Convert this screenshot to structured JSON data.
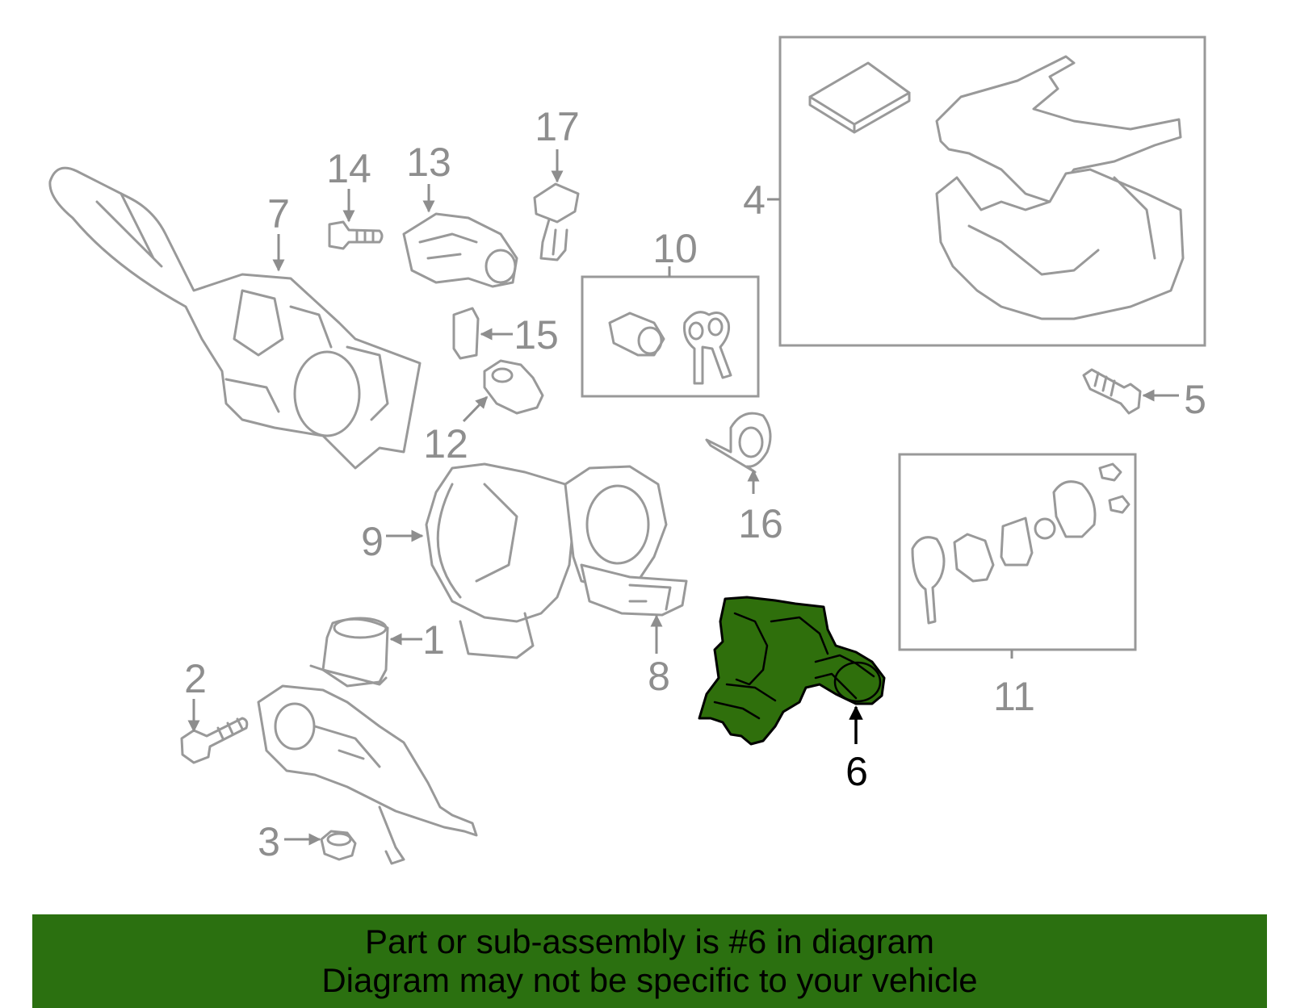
{
  "colors": {
    "banner_background": "#2b7010",
    "highlight_part": "#2f6f0c",
    "part_outline": "#999999",
    "callout_text": "#8e8e8e",
    "highlight_text": "#000000"
  },
  "callouts": {
    "c1": "1",
    "c2": "2",
    "c3": "3",
    "c4": "4",
    "c5": "5",
    "c6": "6",
    "c7": "7",
    "c8": "8",
    "c9": "9",
    "c10": "10",
    "c11": "11",
    "c12": "12",
    "c13": "13",
    "c14": "14",
    "c15": "15",
    "c16": "16",
    "c17": "17"
  },
  "highlighted_part": "6",
  "banner": {
    "line1": "Part or sub-assembly is #6 in diagram",
    "line2": "Diagram may not be specific to your vehicle"
  }
}
